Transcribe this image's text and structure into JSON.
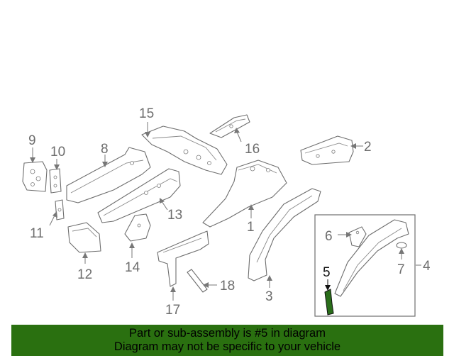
{
  "callouts": {
    "c1": "1",
    "c2": "2",
    "c3": "3",
    "c4": "4",
    "c5": "5",
    "c6": "6",
    "c7": "7",
    "c8": "8",
    "c9": "9",
    "c10": "10",
    "c11": "11",
    "c12": "12",
    "c13": "13",
    "c14": "14",
    "c15": "15",
    "c16": "16",
    "c17": "17",
    "c18": "18"
  },
  "highlighted_part": "5",
  "banner": {
    "line1": "Part or sub-assembly is #5 in diagram",
    "line2": "Diagram may not be specific to your vehicle",
    "color": "#2a7010"
  }
}
